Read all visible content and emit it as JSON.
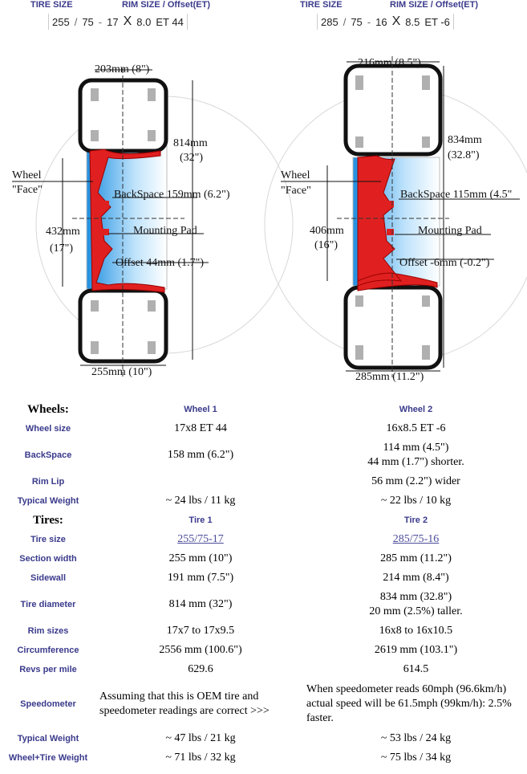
{
  "header": {
    "left": {
      "tire_size_label": "TIRE SIZE",
      "rim_label": "RIM SIZE / Offset(ET)",
      "width": "255",
      "aspect": "75",
      "rim": "17",
      "x": "X",
      "rim_width": "8.0",
      "et": "ET 44"
    },
    "right": {
      "tire_size_label": "TIRE SIZE",
      "rim_label": "RIM SIZE / Offset(ET)",
      "width": "285",
      "aspect": "75",
      "rim": "16",
      "x": "X",
      "rim_width": "8.5",
      "et": "ET -6"
    }
  },
  "diagram": {
    "left": {
      "top_width": "203mm (8\")",
      "diameter_mm": "814mm",
      "diameter_in": "(32\")",
      "face": "Wheel",
      "face2": "\"Face\"",
      "backspace": "BackSpace 159mm (6.2\")",
      "rim_mm": "432mm",
      "rim_in": "(17\")",
      "mounting": "Mounting Pad",
      "offset": "Offset 44mm (1.7\")",
      "bottom_width": "255mm (10\")"
    },
    "right": {
      "top_width": "216mm (8.5\")",
      "diameter_mm": "834mm",
      "diameter_in": "(32.8\")",
      "face": "Wheel",
      "face2": "\"Face\"",
      "backspace": "BackSpace 115mm (4.5\"",
      "rim_mm": "406mm",
      "rim_in": "(16\")",
      "mounting": "Mounting Pad",
      "offset": "Offset -6mm (-0.2\")",
      "bottom_width": "285mm (11.2\")"
    },
    "colors": {
      "tire": "#111111",
      "wheel": "#e02020",
      "rim_fill": "#3aa0e6",
      "tread": "#b0b0b0"
    }
  },
  "table": {
    "wheels_section": "Wheels:",
    "wheel1_head": "Wheel 1",
    "wheel2_head": "Wheel 2",
    "wheel_rows": [
      {
        "label": "Wheel size",
        "v1": "17x8 ET 44",
        "v2": "16x8.5 ET -6",
        "v2b": ""
      },
      {
        "label": "BackSpace",
        "v1": "158 mm (6.2\")",
        "v2": "114 mm (4.5\")",
        "v2b": "44 mm (1.7\") shorter."
      },
      {
        "label": "Rim Lip",
        "v1": "",
        "v2": "56 mm (2.2\") wider",
        "v2b": ""
      },
      {
        "label": "Typical Weight",
        "v1": "~ 24 lbs / 11 kg",
        "v2": "~ 22 lbs / 10 kg",
        "v2b": ""
      }
    ],
    "tires_section": "Tires:",
    "tire1_head": "Tire 1",
    "tire2_head": "Tire 2",
    "tire_size_row": {
      "label": "Tire size",
      "v1": "255/75-17",
      "v2": "285/75-16"
    },
    "tire_rows": [
      {
        "label": "Section width",
        "v1": "255 mm (10\")",
        "v2": "285 mm (11.2\")",
        "v2b": ""
      },
      {
        "label": "Sidewall",
        "v1": "191 mm (7.5\")",
        "v2": "214 mm (8.4\")",
        "v2b": ""
      },
      {
        "label": "Tire diameter",
        "v1": "814 mm (32\")",
        "v2": "834 mm (32.8\")",
        "v2b": "20 mm (2.5%) taller."
      },
      {
        "label": "Rim sizes",
        "v1": "17x7 to 17x9.5",
        "v2": "16x8 to 16x10.5",
        "v2b": ""
      },
      {
        "label": "Circumference",
        "v1": "2556 mm (100.6\")",
        "v2": "2619 mm (103.1\")",
        "v2b": ""
      },
      {
        "label": "Revs per mile",
        "v1": "629.6",
        "v2": "614.5",
        "v2b": ""
      }
    ],
    "speedometer": {
      "label": "Speedometer",
      "v1": "Assuming that this is OEM tire and speedometer readings are correct >>>",
      "v2": "When speedometer reads 60mph (96.6km/h) actual speed will be 61.5mph (99km/h): 2.5% faster."
    },
    "tail_rows": [
      {
        "label": "Typical Weight",
        "v1": "~ 47 lbs / 21 kg",
        "v2": "~ 53 lbs / 24 kg"
      },
      {
        "label": "Wheel+Tire Weight",
        "v1": "~ 71 lbs / 32 kg",
        "v2": "~ 75 lbs / 34 kg"
      }
    ]
  }
}
